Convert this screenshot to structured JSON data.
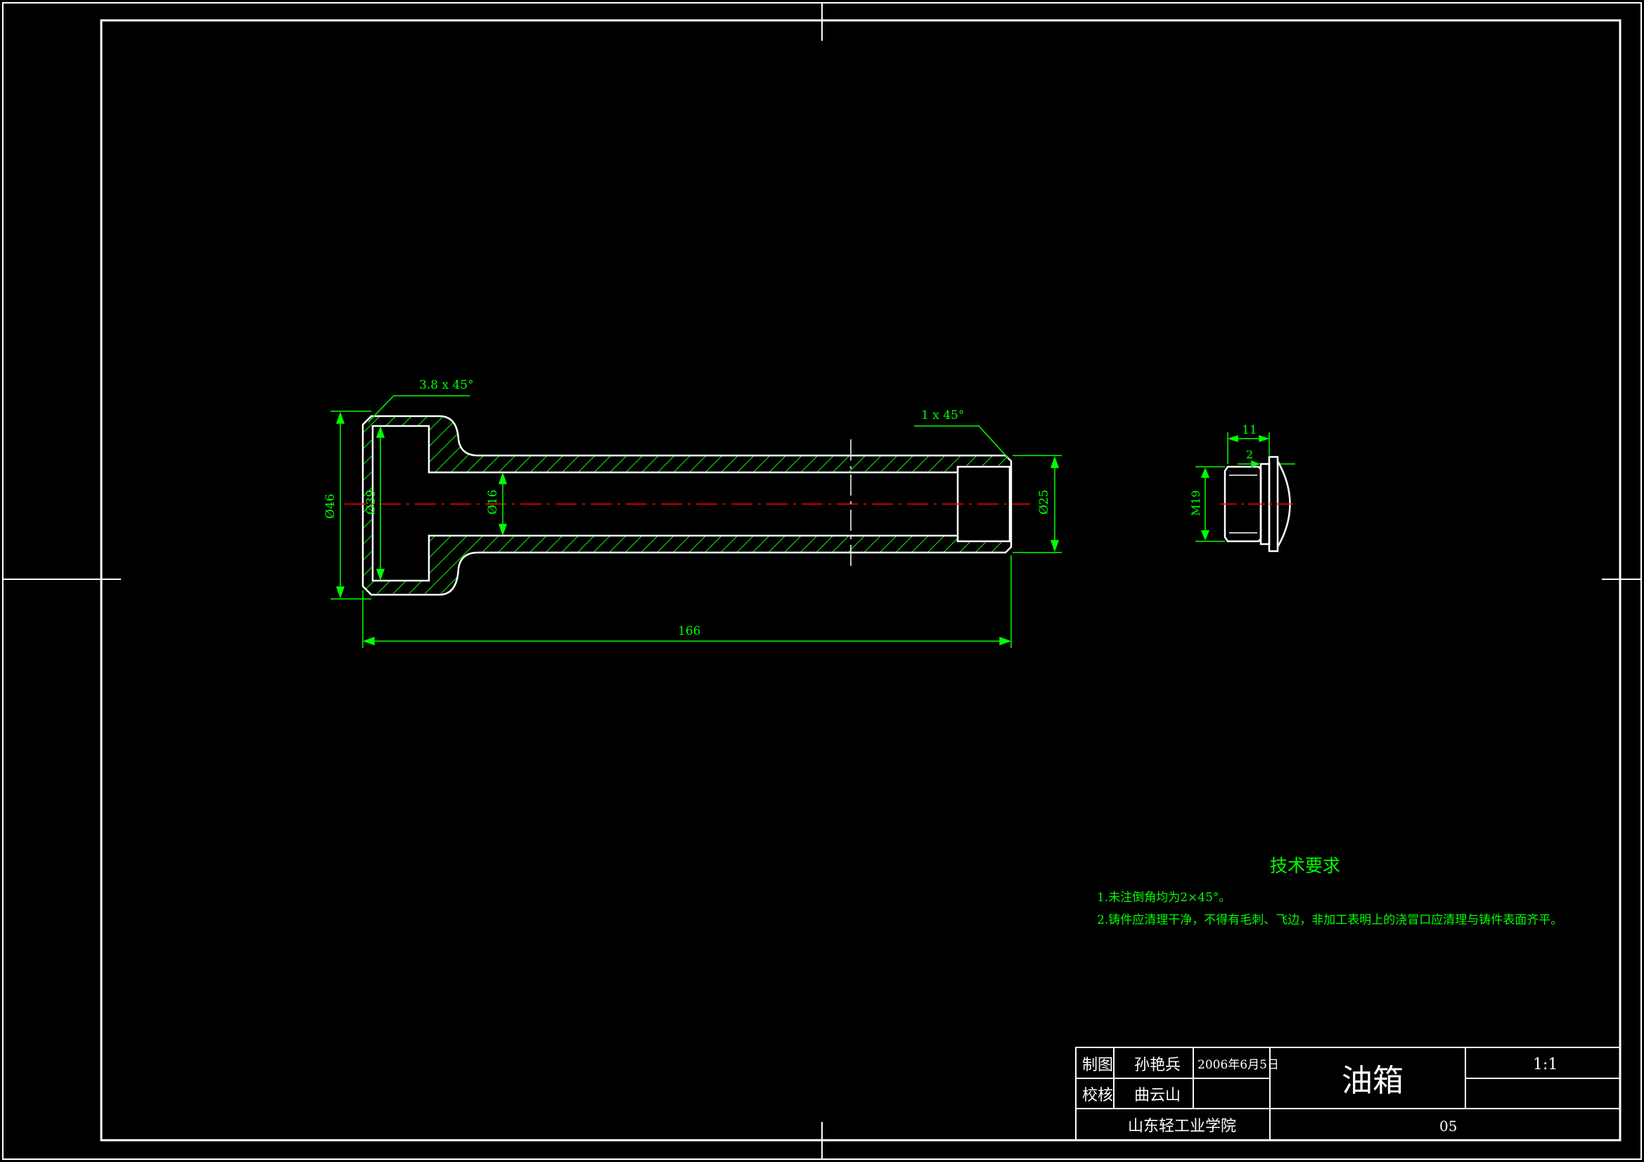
{
  "title_block": {
    "drawn_by_label": "制图",
    "drawn_by_name": "孙艳兵",
    "date": "2006年6月5日",
    "checked_by_label": "校核",
    "checked_by_name": "曲云山",
    "part_name": "油箱",
    "scale": "1:1",
    "institution": "山东轻工业学院",
    "drawing_number": "05"
  },
  "tech_requirements": {
    "heading": "技术要求",
    "items": [
      "1.未注倒角均为2×45°。",
      "2.铸件应清理干净，不得有毛刺、飞边，非加工表明上的浇冒口应清理与铸件表面齐平。"
    ]
  },
  "dimensions": {
    "chamfer_head": "3.8 x 45°",
    "chamfer_end": "1 x 45°",
    "dia_outer_head": "Ø46",
    "dia_inner_head": "Ø39",
    "dia_bore": "Ø16",
    "dia_end": "Ø25",
    "overall_length": "166",
    "cap_width": "11",
    "cap_step": "2",
    "cap_thread": "M19"
  },
  "colors": {
    "background": "#000000",
    "outline": "#ffffff",
    "dimension": "#00ff00",
    "centerline": "#ff0000"
  }
}
